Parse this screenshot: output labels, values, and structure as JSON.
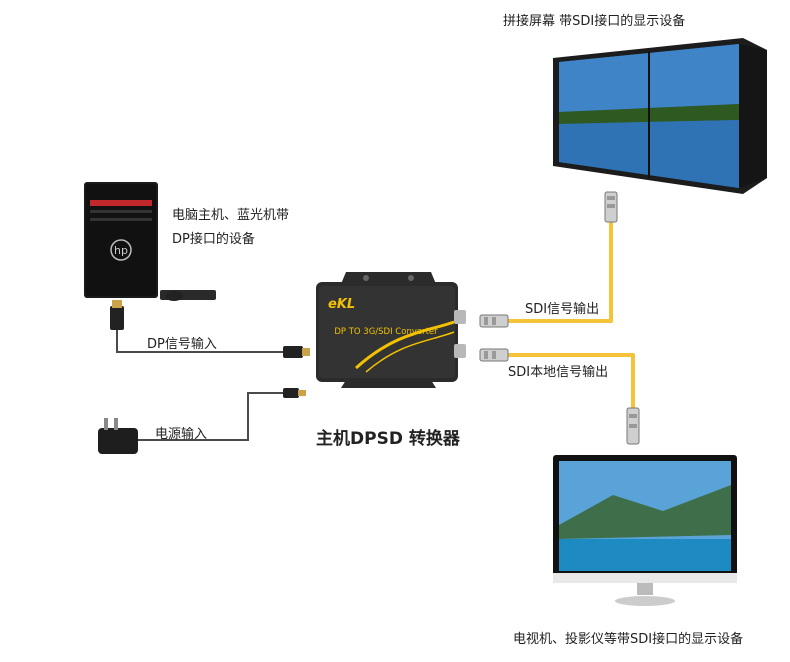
{
  "labels": {
    "wall_display": "拼接屏幕 带SDI接口的显示设备",
    "pc_line1": "电脑主机、蓝光机带",
    "pc_line2": "DP接口的设备",
    "dp_input": "DP信号输入",
    "power_input": "电源输入",
    "converter_title": "主机DPSD 转换器",
    "sdi_output": "SDI信号输出",
    "sdi_local_output": "SDI本地信号输出",
    "tv_display": "电视机、投影仪等带SDI接口的显示设备"
  },
  "device": {
    "brand": "eKL",
    "model_text": "DP TO 3G/SDI Converter"
  },
  "pc": {
    "brand_mark": "hp"
  },
  "colors": {
    "sdi_cable": "#f3c33a",
    "black_cable": "#3a3a3a",
    "device_body": "#2b2b2b",
    "device_accent": "#f2c200"
  }
}
